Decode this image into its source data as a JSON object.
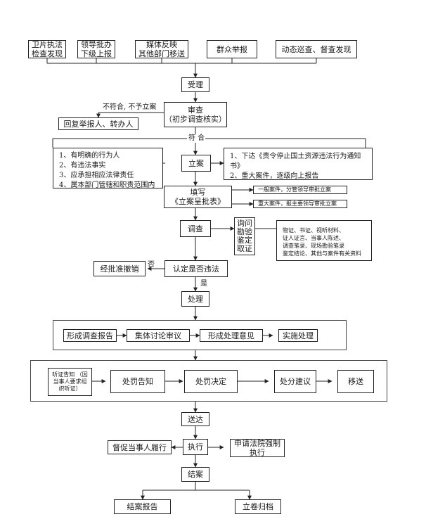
{
  "sources": {
    "satellite": "卫片执法\n检查发现",
    "leader": "领导批办\n下级上报",
    "media": "媒体反映\n其他部门移送",
    "public": "群众举报",
    "patrol": "动态巡查、督查发现"
  },
  "accept": "受理",
  "review": "审查\n（初步调查核实）",
  "not_qualify": "不符合, 不予立案",
  "reply": "回复举报人、转办人",
  "qualify": "符 合",
  "criteria": "1、有明确的行为人\n2、有违法事实\n3、应承担相应法律责任\n4、属本部门管辖和职责范围内",
  "filing": "立案",
  "filing_actions": "1、下达《责令停止国土资源违法行为通知书》\n2、重大案件，逐级向上报告",
  "fill_form": "填写\n《立案呈批表》",
  "general_case": "一般案件，分管领导审批立案",
  "major_case": "重大案件，报主要领导审批立案",
  "investigate": "调查",
  "evidence_methods": "询问\n勘验\n鉴定\n取证",
  "evidence_types": "物证、书证、视听材料、\n证人证言、当事人陈述、\n调查笔录、现场勘验笔录\n鉴定结论、其他与案件有关资料",
  "revoke": "经批准撤销",
  "no_label": "否",
  "determine": "认定是否违法",
  "yes_label": "是",
  "handle": "处理",
  "process_steps": [
    "形成调查报告",
    "集体讨论审议",
    "形成处理意见",
    "实施处理"
  ],
  "hearing": "听证告知 （因\n当事人要求组\n织听证）",
  "penalty_notice": "处罚告知",
  "penalty_decision": "处罚决定",
  "disposal_advice": "处分建议",
  "transfer": "移送",
  "deliver": "送达",
  "urge": "督促当事人履行",
  "execute": "执行",
  "court": "申请法院强制\n执行",
  "close_case": "结案",
  "report": "结案报告",
  "archive": "立卷归档"
}
